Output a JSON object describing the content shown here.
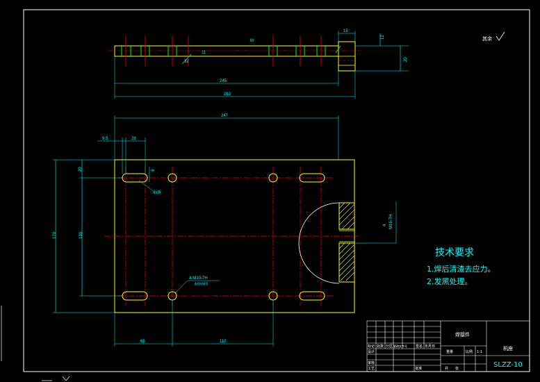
{
  "top_view": {
    "thread_symbol": "M",
    "thread_dim": "11",
    "chamfer": "32",
    "dim_width": "15",
    "dim_tab": "12",
    "dim_thickness": "20",
    "dim_245": "245",
    "dim_overall": "263"
  },
  "front_view": {
    "dim_overall": "247",
    "dim_edge": "9.5",
    "dim_spacing": "28",
    "dim_slot_top": "20",
    "dim_slot_w": "9",
    "slot_callout": "4XR",
    "dim_height": "170",
    "dim_inner": "130",
    "hole_callout": "4-M10-7H",
    "hole_sub": "配钻铰底孔",
    "side_thread": "M16-7H",
    "side_dim": "4",
    "dim_bottom_left": "65",
    "dim_bottom_mid": "110"
  },
  "roughness_note": "其余",
  "technical_requirements": {
    "title": "技术要求",
    "items": [
      "1.焊后清渣去应力。",
      "2.发黑处理。"
    ]
  },
  "title_block": {
    "part_name": "焊接件",
    "label": "机座",
    "drawing_number": "SLZZ-10",
    "scale": "1:1",
    "scale_label": "比例",
    "weight_label": "重量",
    "sheet_label": "共",
    "sheet": "张",
    "row_labels": [
      "标记",
      "处数",
      "分区",
      "更改文件号",
      "签名",
      "年月日"
    ],
    "left_labels": [
      "设计",
      "审核",
      "工艺",
      "批准"
    ]
  }
}
